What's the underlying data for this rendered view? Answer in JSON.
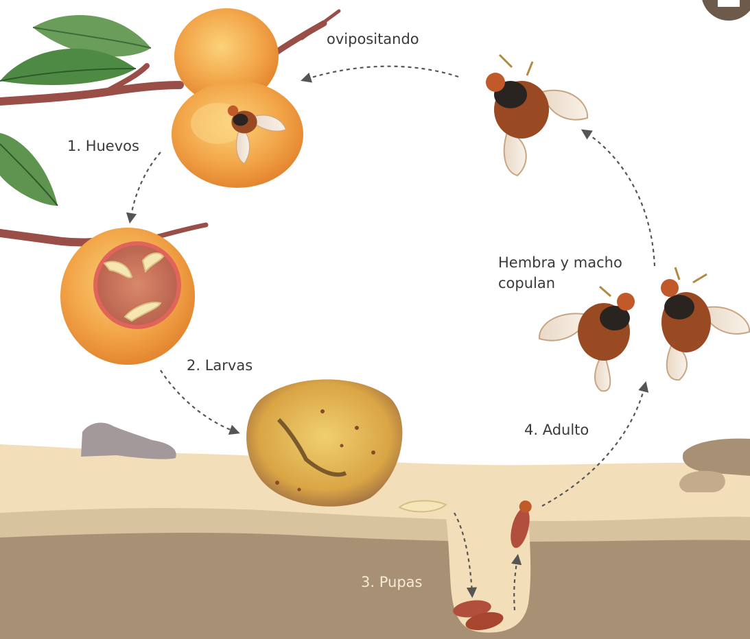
{
  "colors": {
    "background": "#ffffff",
    "soil_light": "#f2dfba",
    "soil_mid": "#d8c39f",
    "soil_dark": "#a89074",
    "arrow": "#555555",
    "fruit": "#f2a447",
    "fruit_dark": "#e07f2c",
    "cut_red": "#e0645a",
    "rotten_fruit": "#d9a545",
    "fly_body": "#9a4a22",
    "pupa": "#b24f3c"
  },
  "icons": [
    "leaf-icon",
    "peach-icon",
    "fly-icon",
    "larva-icon",
    "pupa-icon",
    "rock-icon"
  ],
  "labels": {
    "ovipositing": "ovipositando",
    "eggs": "1. Huevos",
    "larvae": "2. Larvas",
    "pupae": "3. Pupas",
    "adult": "4. Adulto",
    "mating_line1": "Hembra y macho",
    "mating_line2": "copulan"
  }
}
